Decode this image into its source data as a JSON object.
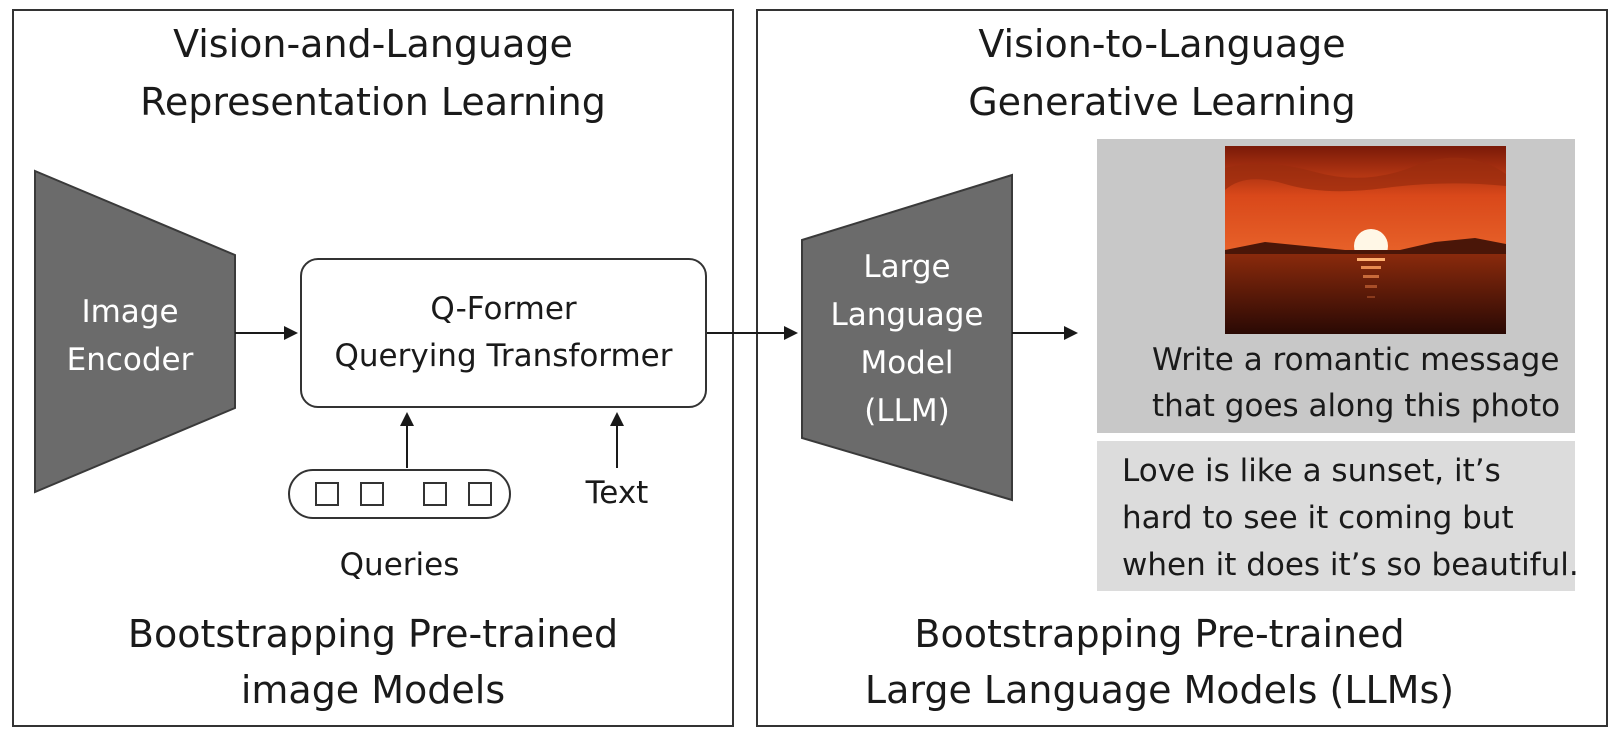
{
  "left_panel": {
    "title_lines": [
      "Vision-and-Language",
      "Representation Learning"
    ],
    "image_encoder_lines": [
      "Image",
      "Encoder"
    ],
    "qformer_lines": [
      "Q-Former",
      "Querying Transformer"
    ],
    "queries_label": "Queries",
    "text_label": "Text",
    "footer_lines": [
      "Bootstrapping Pre-trained",
      "image Models"
    ]
  },
  "right_panel": {
    "title_lines": [
      "Vision-to-Language",
      "Generative Learning"
    ],
    "llm_lines": [
      "Large",
      "Language",
      "Model",
      "(LLM)"
    ],
    "prompt_lines": [
      "Write a romantic message",
      "that goes along this photo"
    ],
    "answer_lines": [
      "Love is like a sunset, it’s",
      "hard to see it coming but",
      "when it does it’s so beautiful."
    ],
    "footer_lines": [
      "Bootstrapping Pre-trained",
      "Large Language Models (LLMs)"
    ]
  },
  "colors": {
    "shape_fill": "#6b6b6b",
    "shape_stroke": "#3a3a3a",
    "prompt_bg": "#c8c8c8",
    "answer_bg": "#dcdcdc",
    "sunset_sky": "#d9481a",
    "sunset_water": "#3a0d05"
  },
  "icons": [
    "arrow-right-icon",
    "arrow-up-icon",
    "sunset-photo"
  ]
}
